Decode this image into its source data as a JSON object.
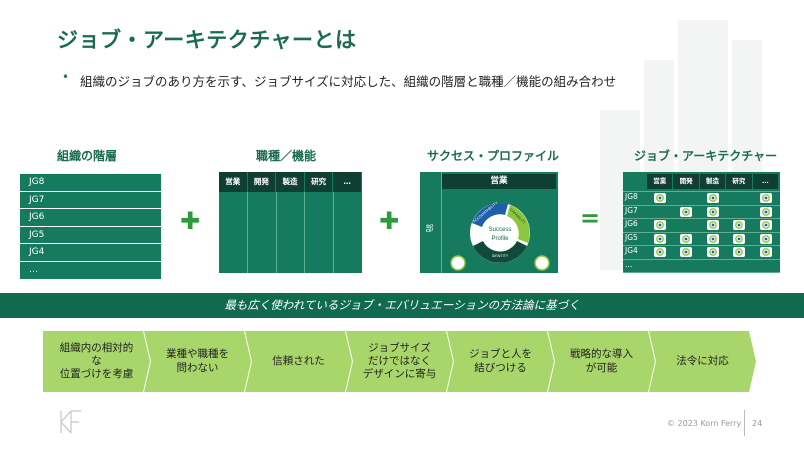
{
  "slide": {
    "title": "ジョブ・アーキテクチャーとは",
    "bullet": "組織のジョブのあり方を示す、ジョブサイズに対応した、組織の階層と職種／機能の組み合わせ"
  },
  "sections": {
    "levels": {
      "heading": "組織の階層",
      "rows": [
        "JG8",
        "JG7",
        "JG6",
        "JG5",
        "JG4",
        "…"
      ]
    },
    "functions": {
      "heading": "職種／機能",
      "columns": [
        "営業",
        "開発",
        "製造",
        "研究",
        "…"
      ]
    },
    "success_profile": {
      "heading": "サクセス・プロファイル",
      "header": "営業",
      "side_label": "部",
      "center_top": "Success",
      "center_bottom": "Profile",
      "arc_accountability": "ACCOUNTABILITY",
      "arc_capability": "CAPABILITY",
      "arc_identity": "IDENTITY"
    },
    "architecture": {
      "heading": "ジョブ・アーキテクチャー",
      "columns": [
        "営業",
        "開発",
        "製造",
        "研究",
        "…"
      ],
      "rows": [
        "JG8",
        "JG7",
        "JG6",
        "JG5",
        "JG4",
        "…"
      ],
      "filled": [
        [
          1,
          0,
          1,
          0,
          1
        ],
        [
          0,
          1,
          1,
          0,
          1
        ],
        [
          1,
          0,
          1,
          1,
          1
        ],
        [
          1,
          1,
          1,
          1,
          1
        ],
        [
          1,
          1,
          1,
          1,
          1
        ],
        [
          0,
          0,
          0,
          0,
          0
        ]
      ]
    }
  },
  "operators": {
    "plus": "✚",
    "equals": "="
  },
  "banner": "最も広く使われているジョブ・エバリュエーションの方法論に基づく",
  "benefits": [
    "組織内の相対的な\n位置づけを考慮",
    "業種や職種を\n問わない",
    "信頼された",
    "ジョブサイズ\nだけではなく\nデザインに寄与",
    "ジョブと人を\n結びつける",
    "戦略的な導入\nが可能",
    "法令に対応"
  ],
  "footer": {
    "copyright": "© 2023  Korn Ferry",
    "page": "24"
  },
  "colors": {
    "brand_green": "#1b6b4e",
    "table_green": "#157a5e",
    "header_dark": "#0f3f32",
    "banner_green": "#0f6a4e",
    "chevron_green": "#a9d66a",
    "plus_green": "#2e9a3d"
  }
}
